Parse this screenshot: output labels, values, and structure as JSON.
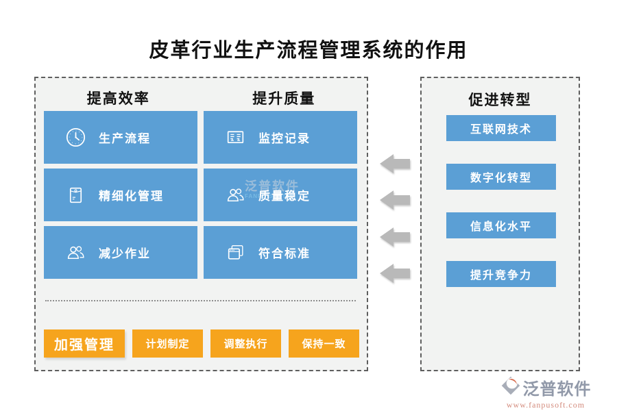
{
  "title": "皮革行业生产流程管理系统的作用",
  "left_panel": {
    "columns": [
      {
        "header": "提高效率",
        "items": [
          {
            "icon": "clock-icon",
            "label": "生产流程"
          },
          {
            "icon": "document-pouch-icon",
            "label": "精细化管理"
          },
          {
            "icon": "users-icon",
            "label": "减少作业"
          }
        ]
      },
      {
        "header": "提升质量",
        "items": [
          {
            "icon": "record-list-icon",
            "label": "监控记录"
          },
          {
            "icon": "users-icon",
            "label": "质量稳定"
          },
          {
            "icon": "windows-icon",
            "label": "符合标准"
          }
        ]
      }
    ],
    "footer_buttons": [
      {
        "label": "加强管理"
      },
      {
        "label": "计划制定"
      },
      {
        "label": "调整执行"
      },
      {
        "label": "保持一致"
      }
    ]
  },
  "right_panel": {
    "header": "促进转型",
    "items": [
      {
        "label": "互联网技术"
      },
      {
        "label": "数字化转型"
      },
      {
        "label": "信息化水平"
      },
      {
        "label": "提升竞争力"
      }
    ]
  },
  "arrows": {
    "count": 4,
    "direction": "left"
  },
  "watermark": {
    "text": "泛普软件",
    "subtext": "FANPU SOFTW"
  },
  "footer_logo": {
    "name": "泛普软件",
    "url": "www.fanpusoft.com"
  },
  "colors": {
    "box_blue": "#5b9fd5",
    "button_orange": "#f6a41d",
    "arrow_gray": "#b9b9b9",
    "panel_bg": "#f2f3f2",
    "panel_border": "#5e5e5e",
    "logo_name_gray": "#9199a9",
    "logo_url_salmon": "#d38a7c"
  }
}
